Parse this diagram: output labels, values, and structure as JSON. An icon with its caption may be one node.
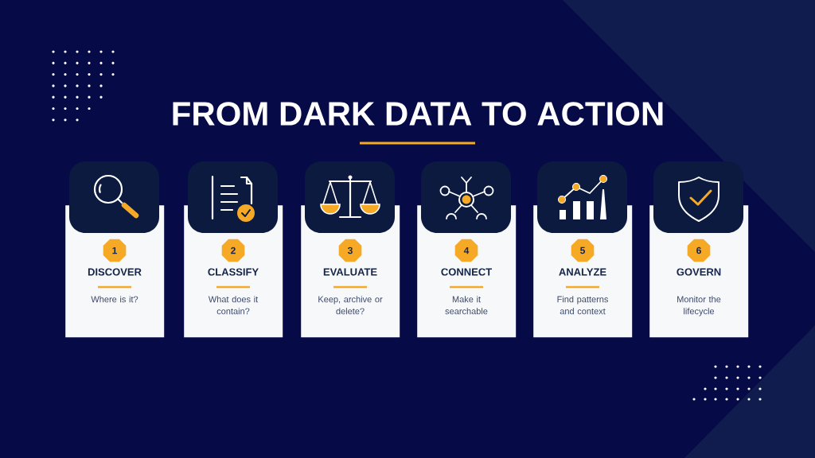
{
  "diagram": {
    "title": "FROM DARK DATA TO ACTION",
    "nodes": [
      {
        "text": [
          "1",
          "DISCOVER",
          "Where is it?"
        ]
      },
      {
        "text": [
          "2",
          "CLASSIFY",
          "What does it contain?"
        ]
      },
      {
        "text": [
          "3",
          "EVALUATE",
          "Keep, archive or delete?"
        ]
      },
      {
        "text": [
          "4",
          "CONNECT",
          "Make it searchable"
        ]
      },
      {
        "text": [
          "5",
          "ANALYZE",
          "Find patterns and context"
        ]
      },
      {
        "text": [
          "6",
          "GOVERN",
          "Monitor the lifecycle"
        ]
      }
    ]
  }
}
